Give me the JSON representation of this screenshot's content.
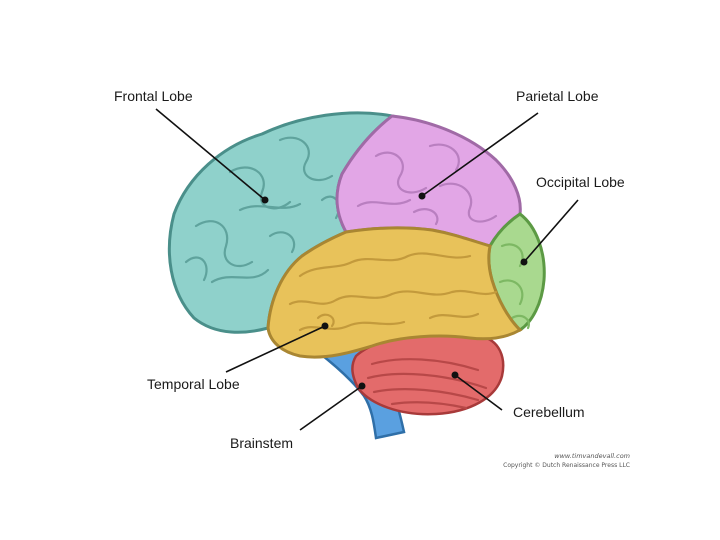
{
  "labels": {
    "frontal": "Frontal Lobe",
    "parietal": "Parietal Lobe",
    "occipital": "Occipital Lobe",
    "temporal": "Temporal Lobe",
    "cerebellum": "Cerebellum",
    "brainstem": "Brainstem"
  },
  "colors": {
    "frontal": "#8fd1cb",
    "parietal": "#e2a6e6",
    "occipital": "#a9d98f",
    "temporal": "#e8c25a",
    "cerebellum": "#e36b6b",
    "brainstem": "#5aa0e0",
    "outline": "#4a8f8a"
  },
  "credit": {
    "url": "www.timvandevall.com",
    "copyright": "Copyright © Dutch Renaissance Press LLC"
  }
}
